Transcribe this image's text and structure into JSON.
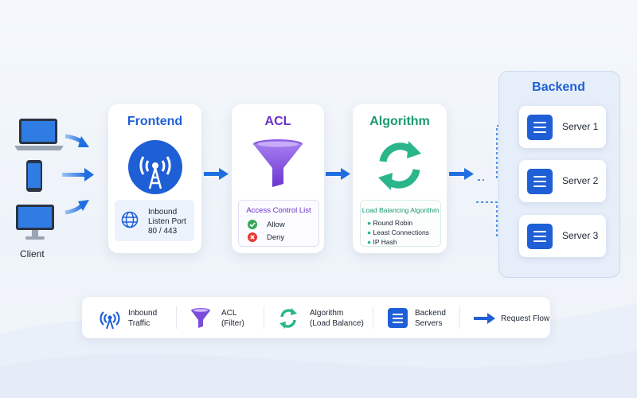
{
  "client": {
    "label": "Client"
  },
  "frontend": {
    "title": "Frontend",
    "info": [
      "Inbound",
      "Listen Port",
      "80 / 443"
    ]
  },
  "acl": {
    "title": "ACL",
    "list_title": "Access Control List",
    "allow": "Allow",
    "deny": "Deny"
  },
  "algorithm": {
    "title": "Algorithm",
    "box_title": "Load Balancing Algorithm",
    "items": [
      "Round Robin",
      "Least Connections",
      "IP Hash"
    ]
  },
  "backend": {
    "title": "Backend",
    "servers": [
      "Server 1",
      "Server 2",
      "Server 3"
    ]
  },
  "legend": {
    "inbound": [
      "Inbound",
      "Traffic"
    ],
    "acl": [
      "ACL",
      "(Filter)"
    ],
    "algorithm": [
      "Algorithm",
      "(Load Balance)"
    ],
    "backend": [
      "Backend",
      "Servers"
    ],
    "flow": "Request Flow"
  },
  "colors": {
    "primary": "#1f5fd6",
    "purple": "#7b4ddb",
    "teal": "#2bb58a",
    "allow": "#34a853",
    "deny": "#e53935"
  }
}
